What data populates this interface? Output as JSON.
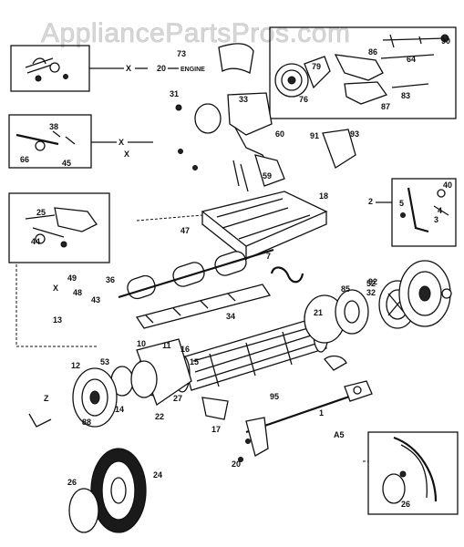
{
  "watermark": "AppliancePartsPros.com",
  "engine_label": "ENGINE",
  "callout_marks": [
    "X",
    "X",
    "X",
    "X",
    "Z"
  ],
  "part_numbers": [
    "73",
    "79",
    "76",
    "90",
    "64",
    "86",
    "83",
    "87",
    "31",
    "33",
    "59",
    "60",
    "91",
    "93",
    "18",
    "2",
    "47",
    "49",
    "40",
    "43",
    "44",
    "3",
    "4",
    "21",
    "85",
    "92",
    "36",
    "32",
    "34",
    "1",
    "17",
    "27",
    "16",
    "15",
    "12",
    "22",
    "14",
    "88",
    "24",
    "26",
    "53",
    "95",
    "20",
    "52",
    "25",
    "26",
    "10",
    "11",
    "5",
    "66",
    "45",
    "38",
    "13",
    "7",
    "48"
  ],
  "other_labels": [
    "A5"
  ]
}
